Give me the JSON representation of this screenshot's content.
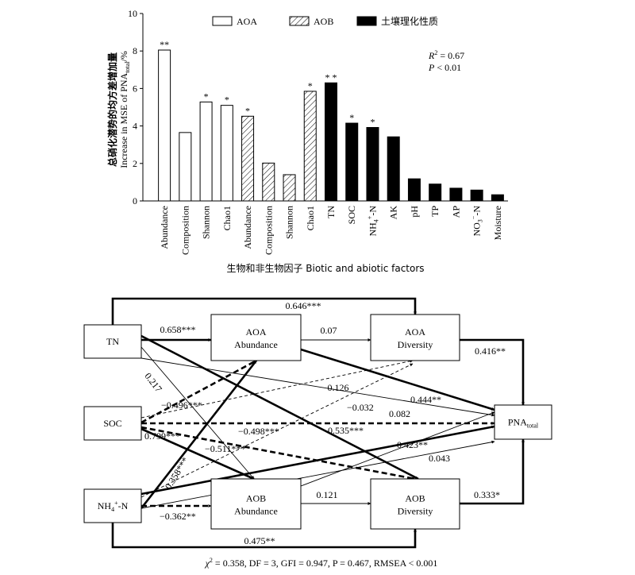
{
  "chart_data": [
    {
      "type": "bar",
      "ylabel_cn": "总硝化潜势的均方差增加量",
      "ylabel_en": "Increase in MSE of PNA",
      "ylabel_sub": "total",
      "ylabel_suffix": "/%",
      "xlabel": "生物和非生物因子 Biotic and abiotic factors",
      "ylim": [
        0,
        10
      ],
      "yticks": [
        0,
        2,
        4,
        6,
        8,
        10
      ],
      "legend": [
        "AOA",
        "AOB",
        "土壤理化性质"
      ],
      "legend_position": "top",
      "annotation_r2_prefix": "R",
      "annotation_r2_exp": "2",
      "annotation_r2_value": " = 0.67",
      "annotation_p_label": "P",
      "annotation_p_value": " < 0.01",
      "bars": [
        {
          "label": "Abundance",
          "value": 8.05,
          "group": "AOA",
          "sig": "**"
        },
        {
          "label": "Composition",
          "value": 3.65,
          "group": "AOA",
          "sig": ""
        },
        {
          "label": "Shannon",
          "value": 5.28,
          "group": "AOA",
          "sig": "*"
        },
        {
          "label": "Chao1",
          "value": 5.1,
          "group": "AOA",
          "sig": "*"
        },
        {
          "label": "Abundance",
          "value": 4.52,
          "group": "AOB",
          "sig": "*"
        },
        {
          "label": "Composition",
          "value": 2.02,
          "group": "AOB",
          "sig": ""
        },
        {
          "label": "Shannon",
          "value": 1.4,
          "group": "AOB",
          "sig": ""
        },
        {
          "label": "Chao1",
          "value": 5.85,
          "group": "AOB",
          "sig": "*"
        },
        {
          "label": "TN",
          "value": 6.3,
          "group": "soil",
          "sig": "* *"
        },
        {
          "label": "SOC",
          "value": 4.15,
          "group": "soil",
          "sig": "*"
        },
        {
          "label": "NH4+-N",
          "base": "NH",
          "sub": "4",
          "sup": "+",
          "suffix": "-N",
          "value": 3.92,
          "group": "soil",
          "sig": "*"
        },
        {
          "label": "AK",
          "value": 3.42,
          "group": "soil",
          "sig": ""
        },
        {
          "label": "pH",
          "value": 1.18,
          "group": "soil",
          "sig": ""
        },
        {
          "label": "TP",
          "value": 0.9,
          "group": "soil",
          "sig": ""
        },
        {
          "label": "AP",
          "value": 0.68,
          "group": "soil",
          "sig": ""
        },
        {
          "label": "NO3--N",
          "base": "NO",
          "sub": "3",
          "sup": "−",
          "suffix": "-N",
          "value": 0.58,
          "group": "soil",
          "sig": ""
        },
        {
          "label": "Moisture",
          "value": 0.33,
          "group": "soil",
          "sig": ""
        }
      ]
    },
    {
      "type": "diagram",
      "nodes": [
        {
          "id": "tn",
          "line1": "TN",
          "line2": ""
        },
        {
          "id": "soc",
          "line1": "SOC",
          "line2": ""
        },
        {
          "id": "nh4",
          "line1": "NH",
          "line1_sub": "4",
          "line1_sup": "+",
          "line1_suffix": "-N",
          "line2": ""
        },
        {
          "id": "aoa_ab",
          "line1": "AOA",
          "line2": "Abundance"
        },
        {
          "id": "aoa_div",
          "line1": "AOA",
          "line2": "Diversity"
        },
        {
          "id": "aob_ab",
          "line1": "AOB",
          "line2": "Abundance"
        },
        {
          "id": "aob_div",
          "line1": "AOB",
          "line2": "Diversity"
        },
        {
          "id": "pna",
          "line1": "PNA",
          "line1_sub": "total",
          "line2": ""
        }
      ],
      "paths": [
        {
          "from": "tn",
          "to": "aoa_div",
          "coef": "0.646***",
          "sign": "positive",
          "strength": "strong"
        },
        {
          "from": "tn",
          "to": "aoa_ab",
          "coef": "0.658***",
          "sign": "positive",
          "strength": "strong"
        },
        {
          "from": "aoa_ab",
          "to": "aoa_div",
          "coef": "0.07",
          "sign": "positive",
          "strength": "weak"
        },
        {
          "from": "aoa_div",
          "to": "pna",
          "coef": "0.416**",
          "sign": "positive",
          "strength": "strong"
        },
        {
          "from": "tn",
          "to": "aob_ab",
          "coef": "0.217",
          "sign": "positive",
          "strength": "weak"
        },
        {
          "from": "tn",
          "to": "pna",
          "coef": "0.126",
          "sign": "positive",
          "strength": "weak"
        },
        {
          "from": "tn",
          "to": "aob_div",
          "coef": "0.535***",
          "sign": "positive",
          "strength": "strong"
        },
        {
          "from": "soc",
          "to": "aoa_ab",
          "coef": "−0.496***",
          "sign": "negative",
          "strength": "strong"
        },
        {
          "from": "soc",
          "to": "aoa_div",
          "coef": "−0.032",
          "sign": "negative",
          "strength": "weak"
        },
        {
          "from": "soc",
          "to": "pna",
          "coef": "−0.498***",
          "sign": "negative",
          "strength": "strong"
        },
        {
          "from": "soc",
          "to": "aob_ab",
          "coef": "0.799***",
          "sign": "positive",
          "strength": "strong"
        },
        {
          "from": "soc",
          "to": "aob_div",
          "coef": "−0.511***",
          "sign": "negative",
          "strength": "strong"
        },
        {
          "from": "aoa_ab",
          "to": "pna",
          "coef": "0.444**",
          "sign": "positive",
          "strength": "strong"
        },
        {
          "from": "aob_ab",
          "to": "pna",
          "coef": "0.082",
          "sign": "positive",
          "strength": "weak"
        },
        {
          "from": "nh4",
          "to": "aoa_ab",
          "coef": "0.358***",
          "sign": "positive",
          "strength": "strong"
        },
        {
          "from": "nh4",
          "to": "pna",
          "coef": "0.423**",
          "sign": "positive",
          "strength": "strong"
        },
        {
          "from": "aob_div",
          "to": "pna",
          "coef": "0.333*",
          "sign": "positive",
          "strength": "strong"
        },
        {
          "from": "nh4",
          "to": "aoa_div",
          "coef": "",
          "sign": "negative",
          "strength": "weak"
        },
        {
          "from": "nh4",
          "to": "aob_ab",
          "coef": "−0.362**",
          "sign": "negative",
          "strength": "strong"
        },
        {
          "from": "aob_ab",
          "to": "aob_div",
          "coef": "0.121",
          "sign": "positive",
          "strength": "weak"
        },
        {
          "from": "nh4",
          "to": "aob_div",
          "coef": "0.475**",
          "sign": "positive",
          "strength": "strong"
        },
        {
          "from": "nh4",
          "to": "pna",
          "coef": "0.043",
          "sign": "positive",
          "strength": "weak"
        }
      ],
      "fit_chi": "χ",
      "fit_chi_exp": "2",
      "fit_rest": " = 0.358, DF = 3, GFI = 0.947, P = 0.467, RMSEA < 0.001"
    }
  ]
}
